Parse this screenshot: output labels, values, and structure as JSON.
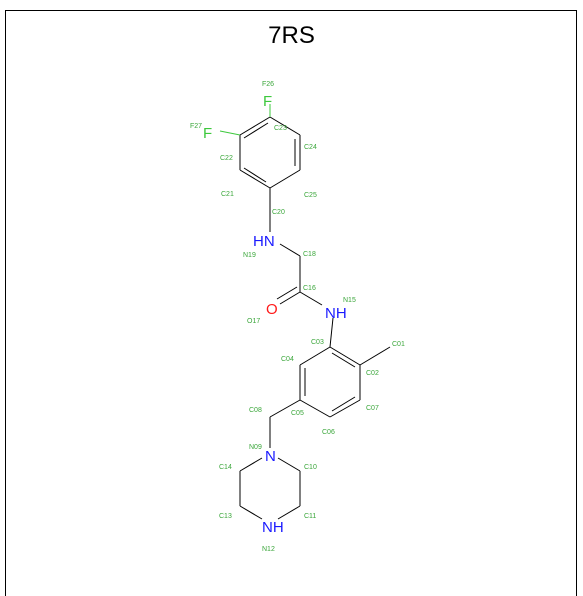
{
  "title": "7RS",
  "colors": {
    "bond": "#000000",
    "nitrogen": "#1a1aff",
    "oxygen": "#ff1a1a",
    "fluorine": "#3dc83d",
    "label": "#3aa63a"
  },
  "elements": {
    "fluorine": "F",
    "oxygen": "O",
    "amine": "HN",
    "amide": "NH",
    "ring_n": "N",
    "ring_nh": "NH"
  },
  "atom_labels": {
    "f26": "F26",
    "f27": "F27",
    "c22": "C22",
    "c23": "C23",
    "c24": "C24",
    "c21": "C21",
    "c20": "C20",
    "c25": "C25",
    "n19": "N19",
    "c18": "C18",
    "c16": "C16",
    "n15": "N15",
    "o17": "O17",
    "c03": "C03",
    "c01": "C01",
    "c04": "C04",
    "c02": "C02",
    "c08": "C08",
    "c05": "C05",
    "c07": "C07",
    "c06": "C06",
    "n09": "N09",
    "c14": "C14",
    "c10": "C10",
    "c13": "C13",
    "c11": "C11",
    "n12": "N12"
  }
}
